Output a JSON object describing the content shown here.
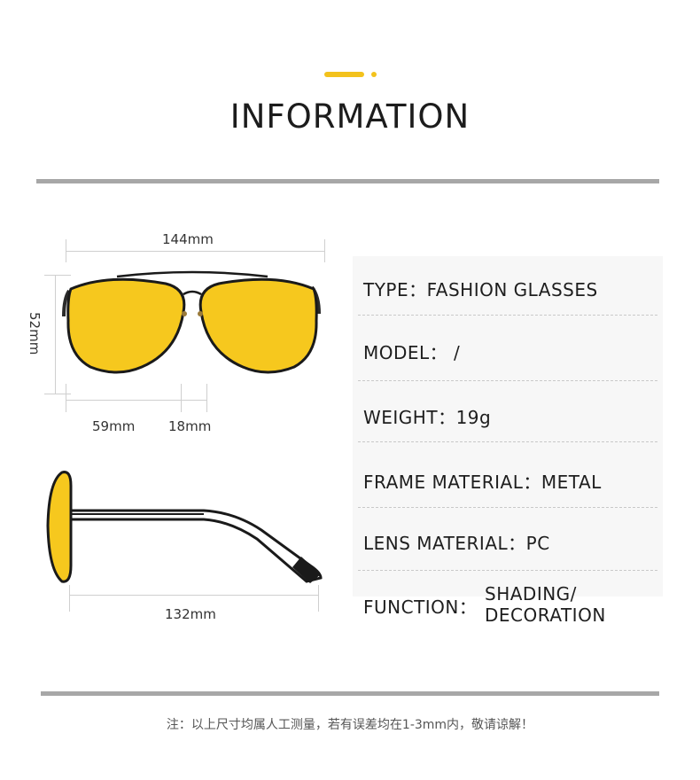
{
  "header": {
    "title": "INFORMATION"
  },
  "dimensions": {
    "total_width": "144mm",
    "height": "52mm",
    "lens_width": "59mm",
    "bridge": "18mm",
    "temple_length": "132mm"
  },
  "specs": [
    {
      "label": "TYPE：",
      "value": "FASHION GLASSES"
    },
    {
      "label": "MODEL：",
      "value": " /"
    },
    {
      "label": "WEIGHT：",
      "value": "19g"
    },
    {
      "label": "FRAME MATERIAL：",
      "value": "METAL"
    },
    {
      "label": "LENS MATERIAL：",
      "value": "PC"
    }
  ],
  "function": {
    "label": "FUNCTION：",
    "value_line1": "SHADING/",
    "value_line2": "DECORATION"
  },
  "note": "注：以上尺寸均属人工测量，若有误差均在1-3mm内，敬请谅解！",
  "colors": {
    "accent": "#f3c21c",
    "lens": "#f6c81e",
    "frame": "#1a1a1a",
    "rule": "#a7a7a7"
  }
}
